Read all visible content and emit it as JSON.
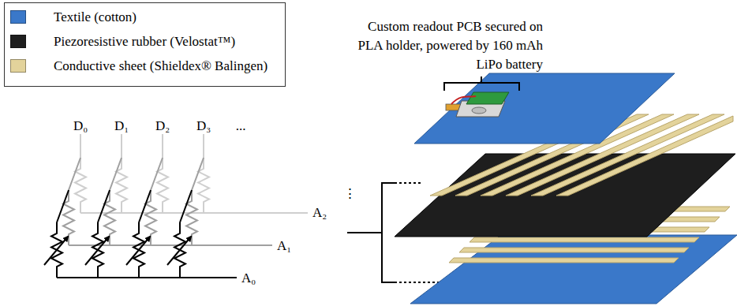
{
  "diagram": {
    "labels": [
      "Custom readout PCB secured on PLA holder, powered by 160 mAh LiPo battery",
      "D₀",
      "D₁",
      "D₂",
      "D₃",
      "...",
      "⋮",
      "A₂",
      "A₁",
      "A₀"
    ],
    "legend": [
      {
        "text": "Textile (cotton)",
        "color": "#3a78c9"
      },
      {
        "text": "Piezoresistive rubber (Velostat™)",
        "color": "#1e1e1e"
      },
      {
        "text": "Conductive sheet (Shieldex® Balingen)",
        "color": "#e3d39b"
      }
    ]
  }
}
